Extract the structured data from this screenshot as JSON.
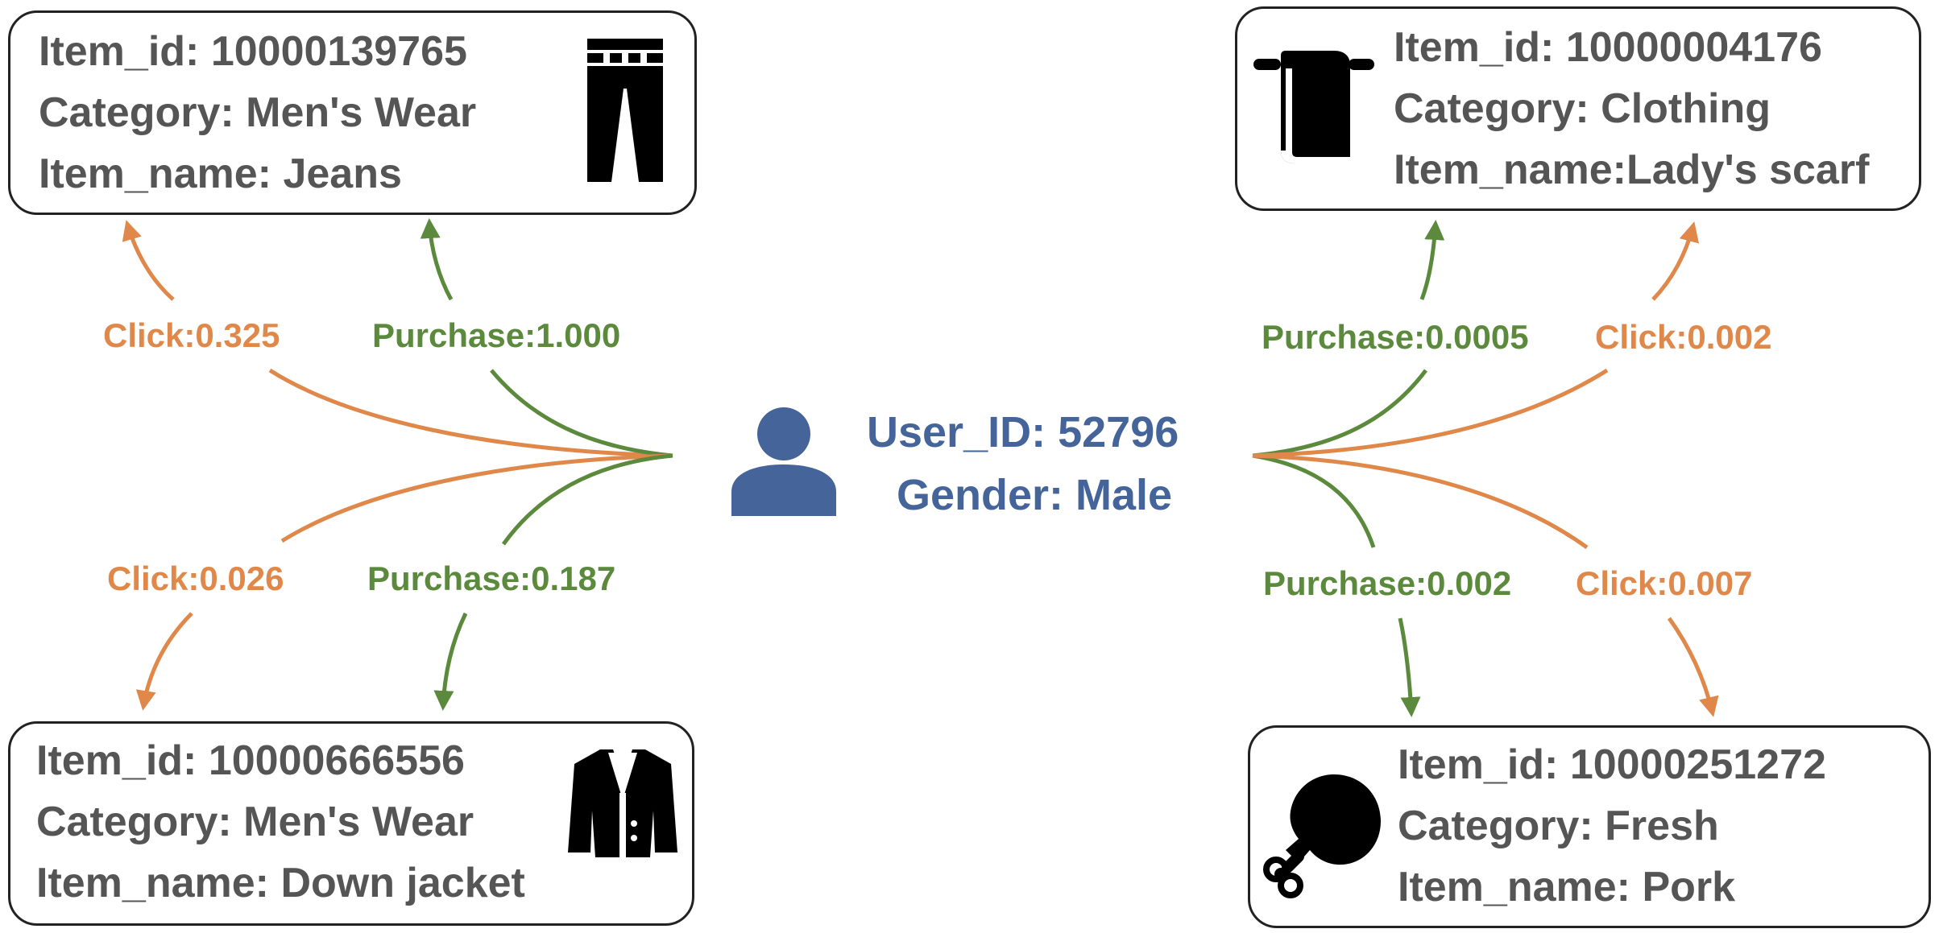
{
  "colors": {
    "click": "#E0884A",
    "purchase": "#5B8A3C",
    "user": "#45659A",
    "text": "#555555"
  },
  "user": {
    "id_line": "User_ID: 52796",
    "gender_line": "Gender: Male",
    "icon": "user-icon"
  },
  "items": [
    {
      "key": "jeans",
      "id_line": "Item_id: 10000139765",
      "category_line": "Category: Men's Wear",
      "name_line": "Item_name: Jeans",
      "icon": "jeans-icon"
    },
    {
      "key": "jacket",
      "id_line": "Item_id: 10000666556",
      "category_line": "Category: Men's Wear",
      "name_line": "Item_name: Down jacket",
      "icon": "jacket-icon"
    },
    {
      "key": "scarf",
      "id_line": "Item_id: 10000004176",
      "category_line": "Category: Clothing",
      "name_line": "Item_name:Lady's scarf",
      "icon": "scarf-icon"
    },
    {
      "key": "pork",
      "id_line": "Item_id: 10000251272",
      "category_line": "Category: Fresh",
      "name_line": "Item_name: Pork",
      "icon": "pork-icon"
    }
  ],
  "edges": [
    {
      "target": "jeans",
      "type": "click",
      "label": "Click:0.325"
    },
    {
      "target": "jeans",
      "type": "purchase",
      "label": "Purchase:1.000"
    },
    {
      "target": "jacket",
      "type": "click",
      "label": "Click:0.026"
    },
    {
      "target": "jacket",
      "type": "purchase",
      "label": "Purchase:0.187"
    },
    {
      "target": "scarf",
      "type": "purchase",
      "label": "Purchase:0.0005"
    },
    {
      "target": "scarf",
      "type": "click",
      "label": "Click:0.002"
    },
    {
      "target": "pork",
      "type": "purchase",
      "label": "Purchase:0.002"
    },
    {
      "target": "pork",
      "type": "click",
      "label": "Click:0.007"
    }
  ]
}
